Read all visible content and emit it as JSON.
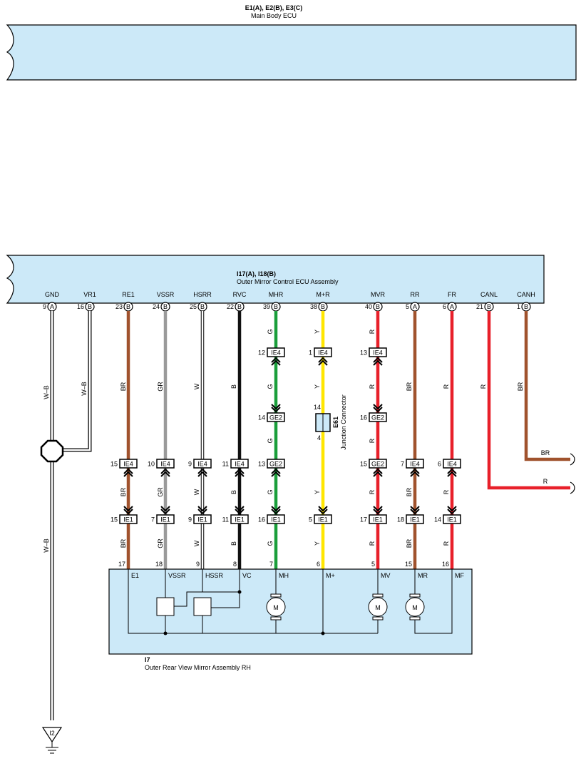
{
  "main_body_ecu": {
    "connector_ids": "E1(A), E2(B), E3(C)",
    "name": "Main Body ECU"
  },
  "mirror_ecu": {
    "connector_ids": "I17(A), I18(B)",
    "name": "Outer Mirror Control ECU Assembly",
    "pins": [
      {
        "label": "GND",
        "pin": "9",
        "conn": "A"
      },
      {
        "label": "VR1",
        "pin": "16",
        "conn": "B"
      },
      {
        "label": "RE1",
        "pin": "23",
        "conn": "B"
      },
      {
        "label": "VSSR",
        "pin": "24",
        "conn": "B"
      },
      {
        "label": "HSRR",
        "pin": "25",
        "conn": "B"
      },
      {
        "label": "RVC",
        "pin": "22",
        "conn": "B"
      },
      {
        "label": "MHR",
        "pin": "39",
        "conn": "B"
      },
      {
        "label": "M+R",
        "pin": "38",
        "conn": "B"
      },
      {
        "label": "MVR",
        "pin": "40",
        "conn": "B"
      },
      {
        "label": "RR",
        "pin": "5",
        "conn": "A"
      },
      {
        "label": "FR",
        "pin": "6",
        "conn": "A"
      },
      {
        "label": "CANL",
        "pin": "21",
        "conn": "B"
      },
      {
        "label": "CANH",
        "pin": "1",
        "conn": "B"
      }
    ]
  },
  "wires": [
    {
      "name": "GND",
      "color": "W–B",
      "hex": "#ffffff"
    },
    {
      "name": "VR1",
      "color": "W–B",
      "hex": "#ffffff"
    },
    {
      "name": "RE1",
      "color": "BR",
      "hex": "#a0522d"
    },
    {
      "name": "VSSR",
      "color": "GR",
      "hex": "#9a9a9a"
    },
    {
      "name": "HSRR",
      "color": "W",
      "hex": "#ffffff"
    },
    {
      "name": "RVC",
      "color": "B",
      "hex": "#111111"
    },
    {
      "name": "MHR",
      "color": "G",
      "hex": "#1a9e3a"
    },
    {
      "name": "M+R",
      "color": "Y",
      "hex": "#ffe600"
    },
    {
      "name": "MVR",
      "color": "R",
      "hex": "#e8202a"
    },
    {
      "name": "RR",
      "color": "BR",
      "hex": "#a0522d"
    },
    {
      "name": "FR",
      "color": "R",
      "hex": "#e8202a"
    },
    {
      "name": "CANL",
      "color": "R",
      "hex": "#e8202a"
    },
    {
      "name": "CANH",
      "color": "BR",
      "hex": "#a0522d"
    }
  ],
  "junction": {
    "id": "E61",
    "name": "Junction Connector",
    "pin_top": "14",
    "pin_bottom": "4"
  },
  "inline_connectors": {
    "ie4_top": [
      {
        "pin": "12",
        "id": "IE4"
      },
      {
        "pin": "1",
        "id": "IE4"
      },
      {
        "pin": "13",
        "id": "IE4"
      }
    ],
    "ge2_top": [
      {
        "pin": "14",
        "id": "GE2"
      },
      {
        "pin": "16",
        "id": "GE2"
      }
    ],
    "ie4_mid": [
      {
        "pin": "15",
        "id": "IE4"
      },
      {
        "pin": "10",
        "id": "IE4"
      },
      {
        "pin": "9",
        "id": "IE4"
      },
      {
        "pin": "11",
        "id": "IE4"
      },
      {
        "pin": "13",
        "id": "GE2"
      },
      {
        "pin": "15",
        "id": "GE2"
      },
      {
        "pin": "7",
        "id": "IE4"
      },
      {
        "pin": "6",
        "id": "IE4"
      }
    ],
    "ie1_row": [
      {
        "pin": "15",
        "id": "IE1"
      },
      {
        "pin": "7",
        "id": "IE1"
      },
      {
        "pin": "9",
        "id": "IE1"
      },
      {
        "pin": "11",
        "id": "IE1"
      },
      {
        "pin": "16",
        "id": "IE1"
      },
      {
        "pin": "5",
        "id": "IE1"
      },
      {
        "pin": "17",
        "id": "IE1"
      },
      {
        "pin": "18",
        "id": "IE1"
      },
      {
        "pin": "14",
        "id": "IE1"
      }
    ]
  },
  "mirror_assembly": {
    "id": "I7",
    "name": "Outer Rear View Mirror Assembly RH",
    "pins": [
      {
        "num": "17",
        "label": "E1"
      },
      {
        "num": "18",
        "label": "VSSR"
      },
      {
        "num": "9",
        "label": "HSSR"
      },
      {
        "num": "8",
        "label": "VC"
      },
      {
        "num": "7",
        "label": "MH"
      },
      {
        "num": "6",
        "label": "M+"
      },
      {
        "num": "5",
        "label": "MV"
      },
      {
        "num": "15",
        "label": "MR"
      },
      {
        "num": "16",
        "label": "MF"
      }
    ],
    "motor_symbol": "M"
  },
  "ground": {
    "id": "I2"
  },
  "can_out": {
    "br": "BR",
    "r": "R"
  }
}
